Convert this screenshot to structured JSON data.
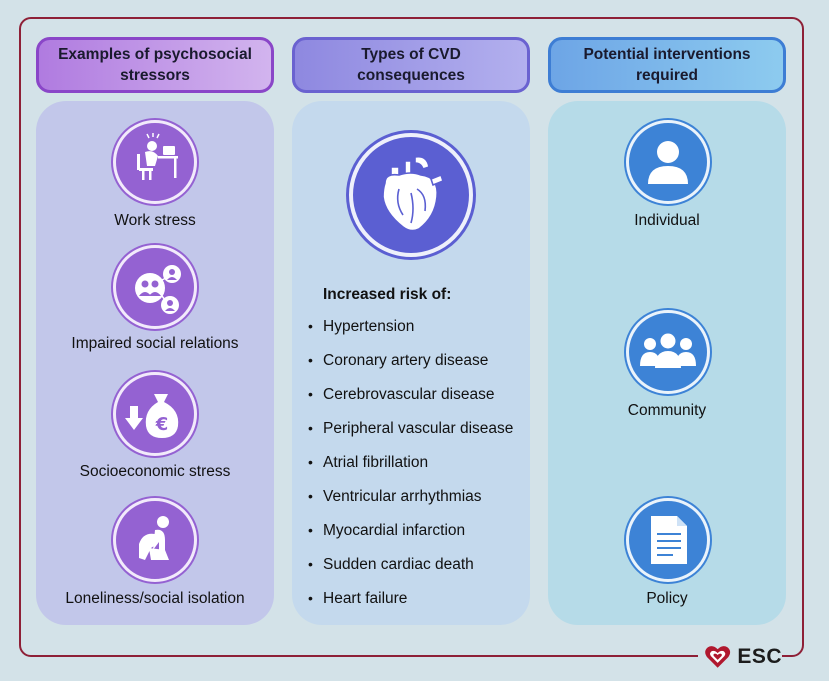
{
  "columns": [
    {
      "header": "Examples of psychosocial\nstressors",
      "items": [
        "Work stress",
        "Impaired social relations",
        "Socioeconomic stress",
        "Loneliness/social isolation"
      ]
    },
    {
      "header": "Types of CVD\nconsequences",
      "list_title": "Increased risk of:",
      "items": [
        "Hypertension",
        "Coronary artery disease",
        "Cerebrovascular disease",
        "Peripheral vascular disease",
        "Atrial fibrillation",
        "Ventricular arrhythmias",
        "Myocardial infarction",
        "Sudden cardiac death",
        "Heart failure"
      ]
    },
    {
      "header": "Potential interventions\nrequired",
      "items": [
        "Individual",
        "Community",
        "Policy"
      ]
    }
  ],
  "bullet_glyph": "•",
  "logo": {
    "text": "ESC",
    "icon": "heart-logo-icon"
  },
  "colors": {
    "frame": "#8e2037",
    "purple": "#9462d2",
    "indigo": "#5b5fd2",
    "blue": "#3d83d6"
  },
  "icons": [
    "desk-work-icon",
    "social-relations-icon",
    "money-bag-euro-icon",
    "sitting-person-icon",
    "heart-icon",
    "person-icon",
    "group-icon",
    "document-icon"
  ]
}
